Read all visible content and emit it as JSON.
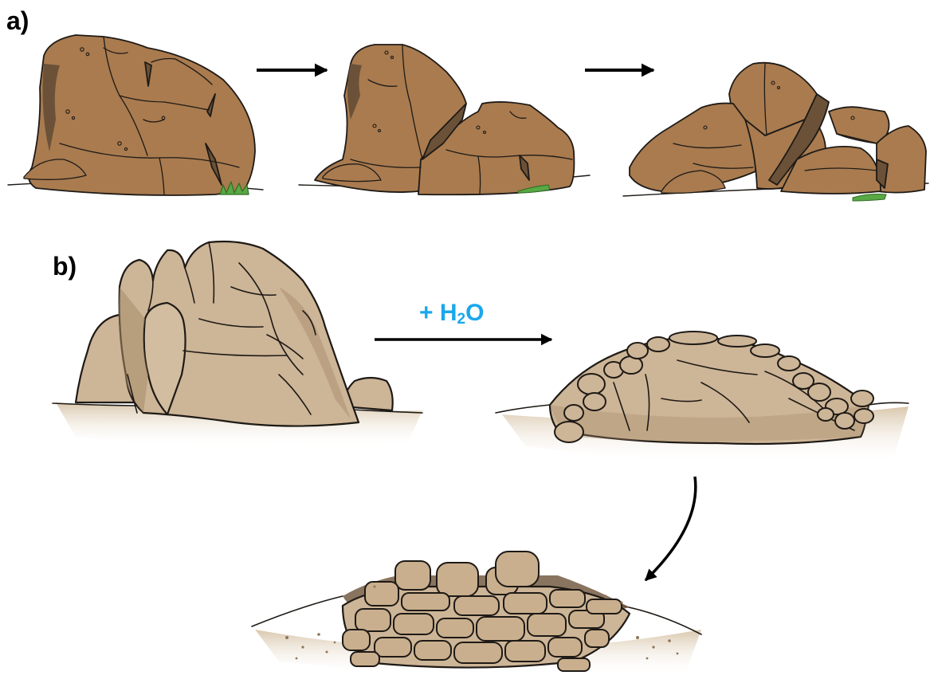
{
  "panels": {
    "a": {
      "label": "a)",
      "stages": [
        "stage-1",
        "stage-2",
        "stage-3"
      ]
    },
    "b": {
      "label": "b)",
      "reagent": {
        "prefix": "+ H",
        "subscript": "2",
        "suffix": "O"
      }
    }
  },
  "colors": {
    "rock_brown": "#A97B4F",
    "rock_shadow": "#6B5138",
    "outline": "#1E1A16",
    "grass": "#58A845",
    "sandstone": "#CDB597",
    "sandstone_shadow": "#9C8262",
    "sand_ground": "#DCCCB3",
    "reagent_blue": "#1AA7EC",
    "arrow": "#000000"
  }
}
